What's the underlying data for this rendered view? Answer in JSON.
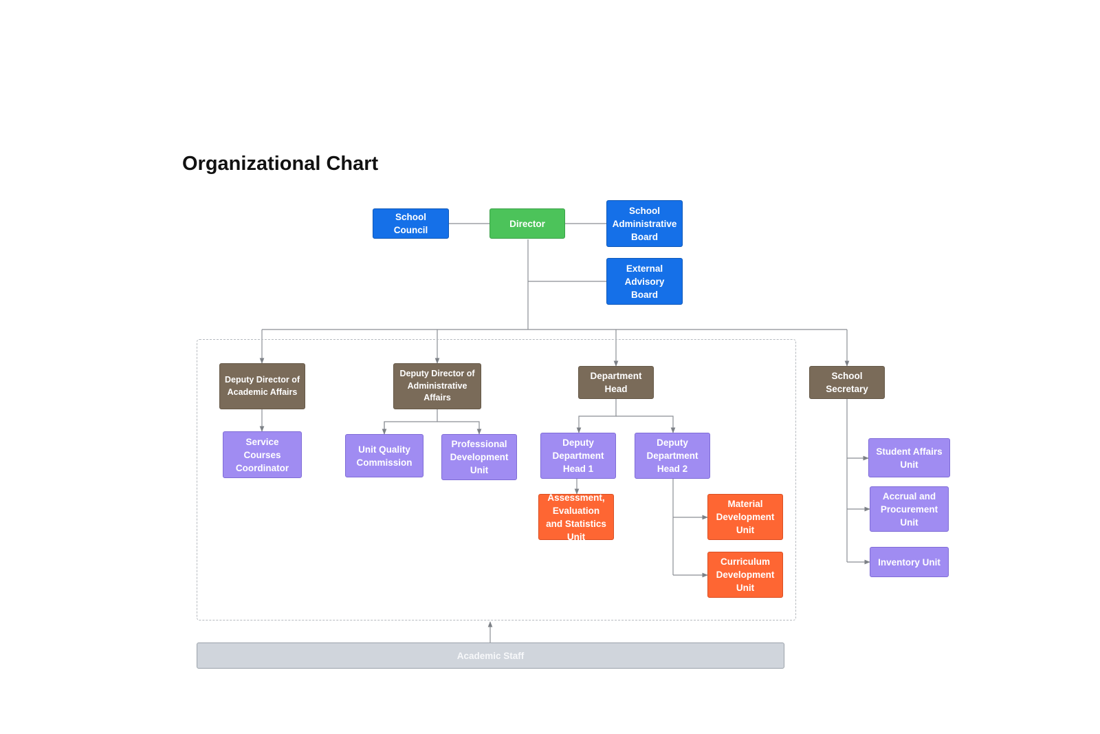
{
  "title": "Organizational Chart",
  "nodes": {
    "school_council": "School Council",
    "director": "Director",
    "school_administrative_board": "School Administrative Board",
    "external_advisory_board": "External Advisory Board",
    "deputy_director_academic": "Deputy Director of Academic Affairs",
    "deputy_director_administrative": "Deputy Director of Administrative Affairs",
    "department_head": "Department Head",
    "school_secretary": "School Secretary",
    "service_courses_coordinator": "Service Courses Coordinator",
    "unit_quality_commission": "Unit Quality Commission",
    "professional_development_unit": "Professional Development Unit",
    "deputy_department_head_1": "Deputy Department Head 1",
    "deputy_department_head_2": "Deputy Department Head 2",
    "assessment_unit": "Assessment, Evaluation and Statistics Unit",
    "material_development_unit": "Material Development Unit",
    "curriculum_development_unit": "Curriculum Development Unit",
    "student_affairs_unit": "Student Affairs Unit",
    "accrual_procurement_unit": "Accrual and Procurement Unit",
    "inventory_unit": "Inventory Unit",
    "academic_staff": "Academic Staff"
  },
  "colors": {
    "governance_blue": "#1570e8",
    "director_green": "#4cc35a",
    "management_brown": "#7a6b59",
    "unit_purple": "#a08cf2",
    "subunit_orange": "#fe6633",
    "staff_grey": "#d0d5dc",
    "connector": "#7d8187"
  }
}
